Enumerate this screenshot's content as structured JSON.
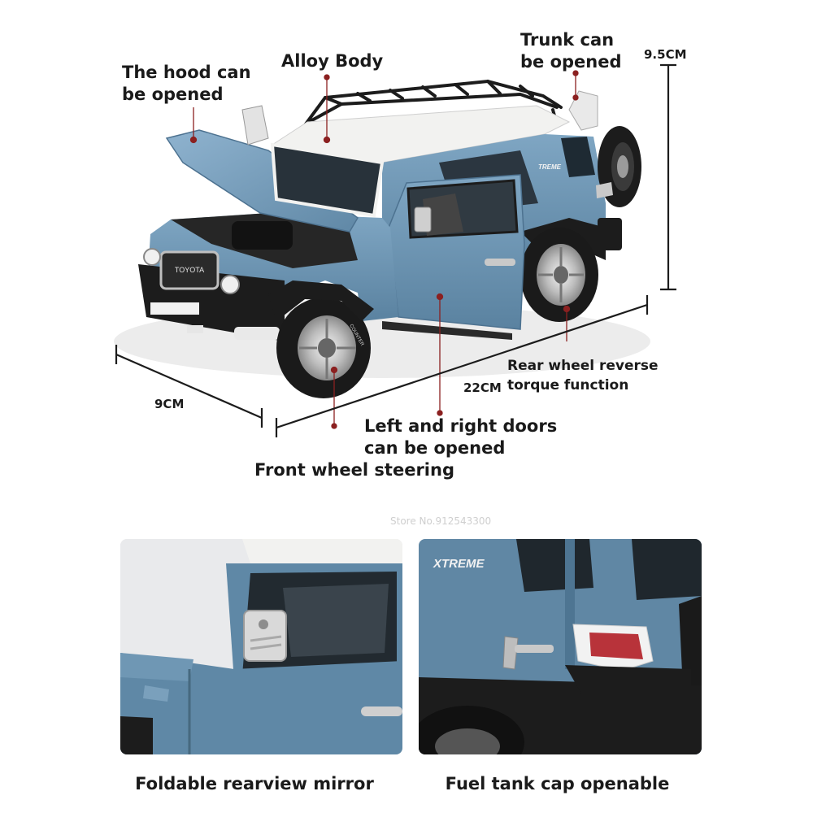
{
  "labels": {
    "hood": [
      "The hood can",
      "be opened"
    ],
    "alloy_body": "Alloy Body",
    "trunk": [
      "Trunk can",
      "be opened"
    ],
    "rear_wheel": [
      "Rear wheel reverse",
      "torque function"
    ],
    "doors": [
      "Left and right doors",
      "can be opened"
    ],
    "front_wheel": "Front wheel steering"
  },
  "dimensions": {
    "height": "9.5CM",
    "length": "22CM",
    "width": "9CM"
  },
  "car": {
    "brand_badge": "TOYOTA",
    "side_badge": "TREME",
    "tire_text": "COUNTER"
  },
  "watermark": "Store No.912543300",
  "panels": {
    "left": {
      "caption": "Foldable rearview mirror"
    },
    "right": {
      "caption": "Fuel tank cap openable",
      "badge": "XTREME"
    }
  },
  "colors": {
    "body_blue": "#6d95b3",
    "roof_white": "#f2f2f0",
    "trim_black": "#1c1c1c",
    "marker": "#8b2020"
  }
}
